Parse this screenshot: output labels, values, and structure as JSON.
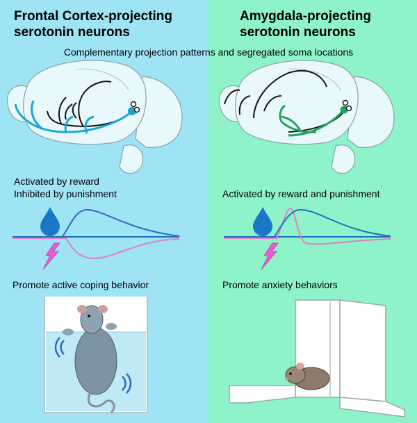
{
  "header": {
    "subtitle": "Complementary projection patterns and segregated soma locations"
  },
  "left": {
    "title_line1": "Frontal Cortex-projecting",
    "title_line2": "serotonin neurons",
    "response_line1": "Activated by reward",
    "response_line2": "Inhibited by punishment",
    "behavior": "Promote active coping behavior",
    "neuron_color": "#1aa6d6"
  },
  "right": {
    "title_line1": "Amygdala-projecting",
    "title_line2": "serotonin neurons",
    "response_line1": "Activated by reward and punishment",
    "behavior": "Promote anxiety behaviors",
    "neuron_color": "#1fa35c"
  },
  "colors": {
    "left_bg": "#9fe4f5",
    "right_bg": "#8ef3c9",
    "reward_trace": "#1f6fc2",
    "punishment_trace": "#e07fbf",
    "water_drop": "#1976c9",
    "lightning": "#e95bd0"
  },
  "icons": [
    "water-drop-icon",
    "lightning-icon",
    "mouse-icon"
  ]
}
